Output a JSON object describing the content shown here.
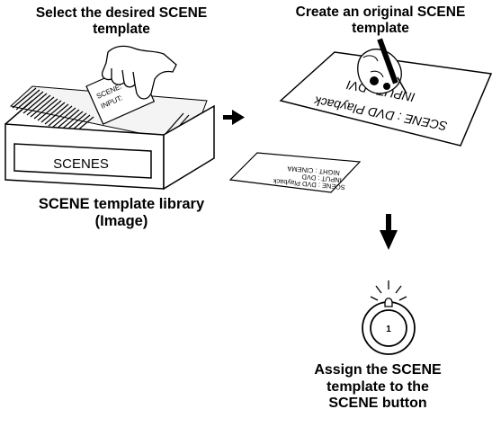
{
  "step1": {
    "title_line1": "Select the desired SCENE",
    "title_line2": "template",
    "card_line1": "SCENE:",
    "card_line2": "INPUT:",
    "box_label": "SCENES",
    "caption_line1": "SCENE template library",
    "caption_line2": "(Image)"
  },
  "step2": {
    "title_line1": "Create an original SCENE",
    "title_line2": "template",
    "sheet_line1": "SCENE : DVD Playback",
    "sheet_line2": "INPUT : DVI",
    "card_line1": "SCENE : DVD Playback",
    "card_line2": "INPUT : DVD",
    "card_line3": "NIGHT : CINEMA"
  },
  "step3": {
    "button_number": "1",
    "caption_line1": "Assign the SCENE",
    "caption_line2": "template to the",
    "caption_line3": "SCENE button"
  },
  "icons": [
    "hand-icon",
    "pen-hand-icon",
    "arrow-right-icon",
    "arrow-down-icon",
    "scene-button-icon"
  ]
}
